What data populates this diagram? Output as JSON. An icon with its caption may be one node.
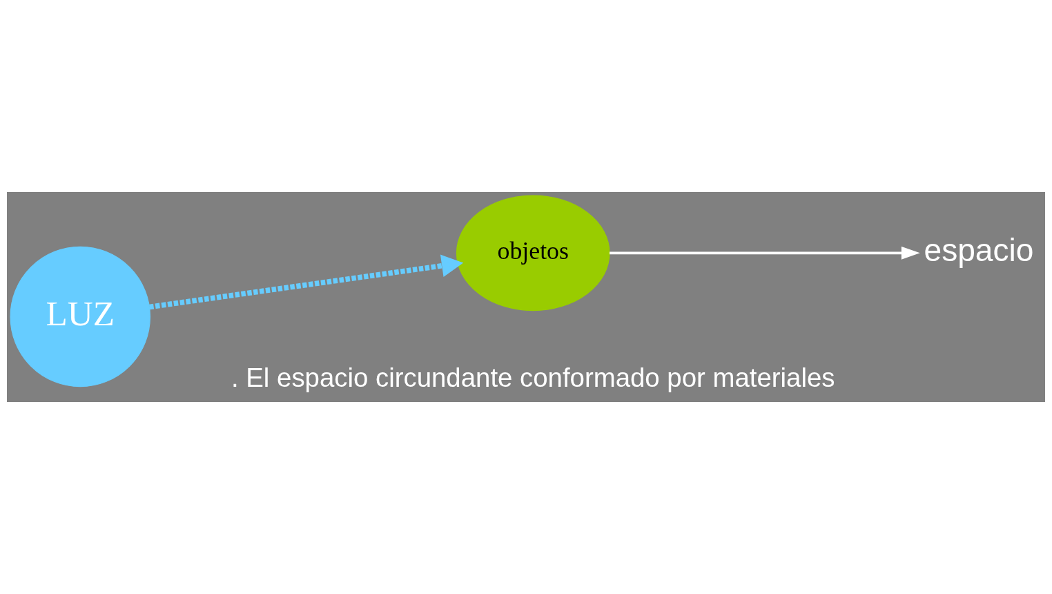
{
  "diagram": {
    "nodes": [
      {
        "text": [
          "LUZ"
        ]
      },
      {
        "text": [
          "objetos"
        ]
      },
      {
        "text": [
          "espacio"
        ]
      }
    ],
    "edges": [
      {
        "from": 0,
        "to": 1,
        "arrow": "to",
        "style": "dashed",
        "color": "#66ccff"
      },
      {
        "from": 1,
        "to": 2,
        "arrow": "to",
        "color": "#ffffff"
      }
    ],
    "labels": [
      ". El espacio circundante conformado por materiales"
    ]
  }
}
